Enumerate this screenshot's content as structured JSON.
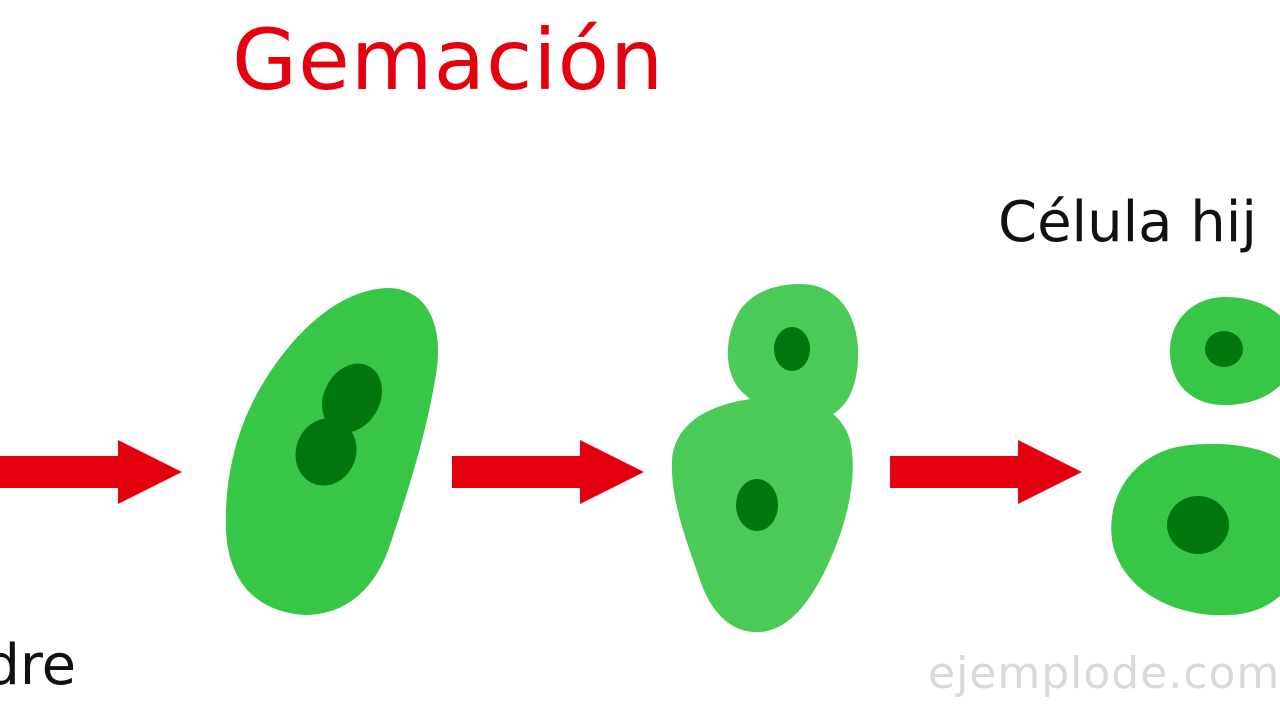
{
  "diagram": {
    "title": "Gemación",
    "labels": {
      "daughter_cell": "Célula hij",
      "mother_cell": "adre"
    },
    "watermark": "ejemplode.com"
  },
  "colors": {
    "title": "#e4000f",
    "arrow": "#e4000f",
    "cell_fill": "#3bcc4a",
    "cell_fill_light": "#4fd05c",
    "nucleus": "#0a7a16",
    "text": "#111111",
    "watermark": "#d9d9d9"
  }
}
